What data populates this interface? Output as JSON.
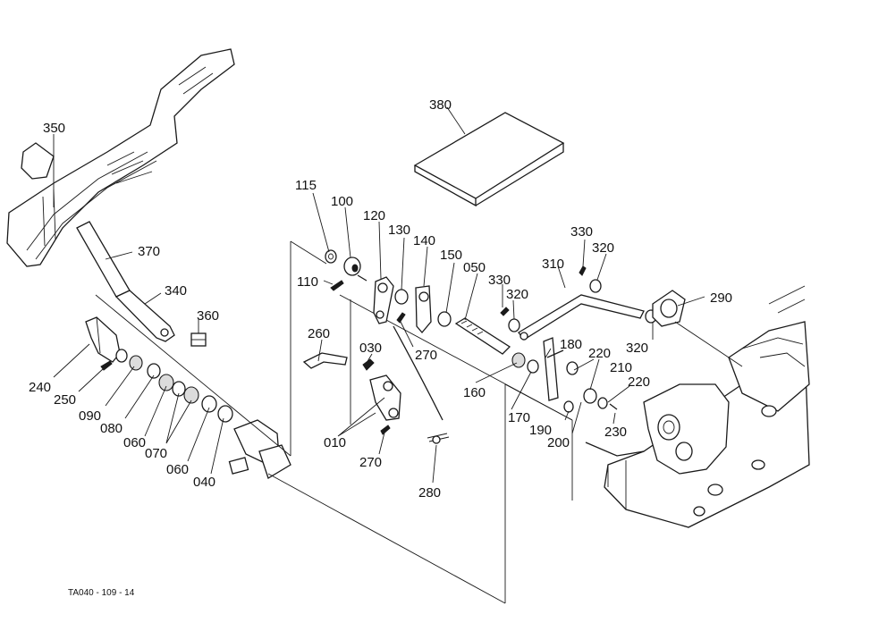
{
  "labels": {
    "p010": "010",
    "p030": "030",
    "p040": "040",
    "p050": "050",
    "p060a": "060",
    "p060b": "060",
    "p070": "070",
    "p080": "080",
    "p090": "090",
    "p100": "100",
    "p110": "110",
    "p115": "115",
    "p120": "120",
    "p130": "130",
    "p140": "140",
    "p150": "150",
    "p160": "160",
    "p170": "170",
    "p180": "180",
    "p190": "190",
    "p200": "200",
    "p210": "210",
    "p220a": "220",
    "p220b": "220",
    "p230": "230",
    "p240": "240",
    "p250": "250",
    "p260": "260",
    "p270a": "270",
    "p270b": "270",
    "p280": "280",
    "p290": "290",
    "p310": "310",
    "p320a": "320",
    "p320b": "320",
    "p320c": "320",
    "p330a": "330",
    "p330b": "330",
    "p340": "340",
    "p350": "350",
    "p360": "360",
    "p370": "370",
    "p380": "380"
  },
  "drawing_code": "TA040 - 109 - 14"
}
